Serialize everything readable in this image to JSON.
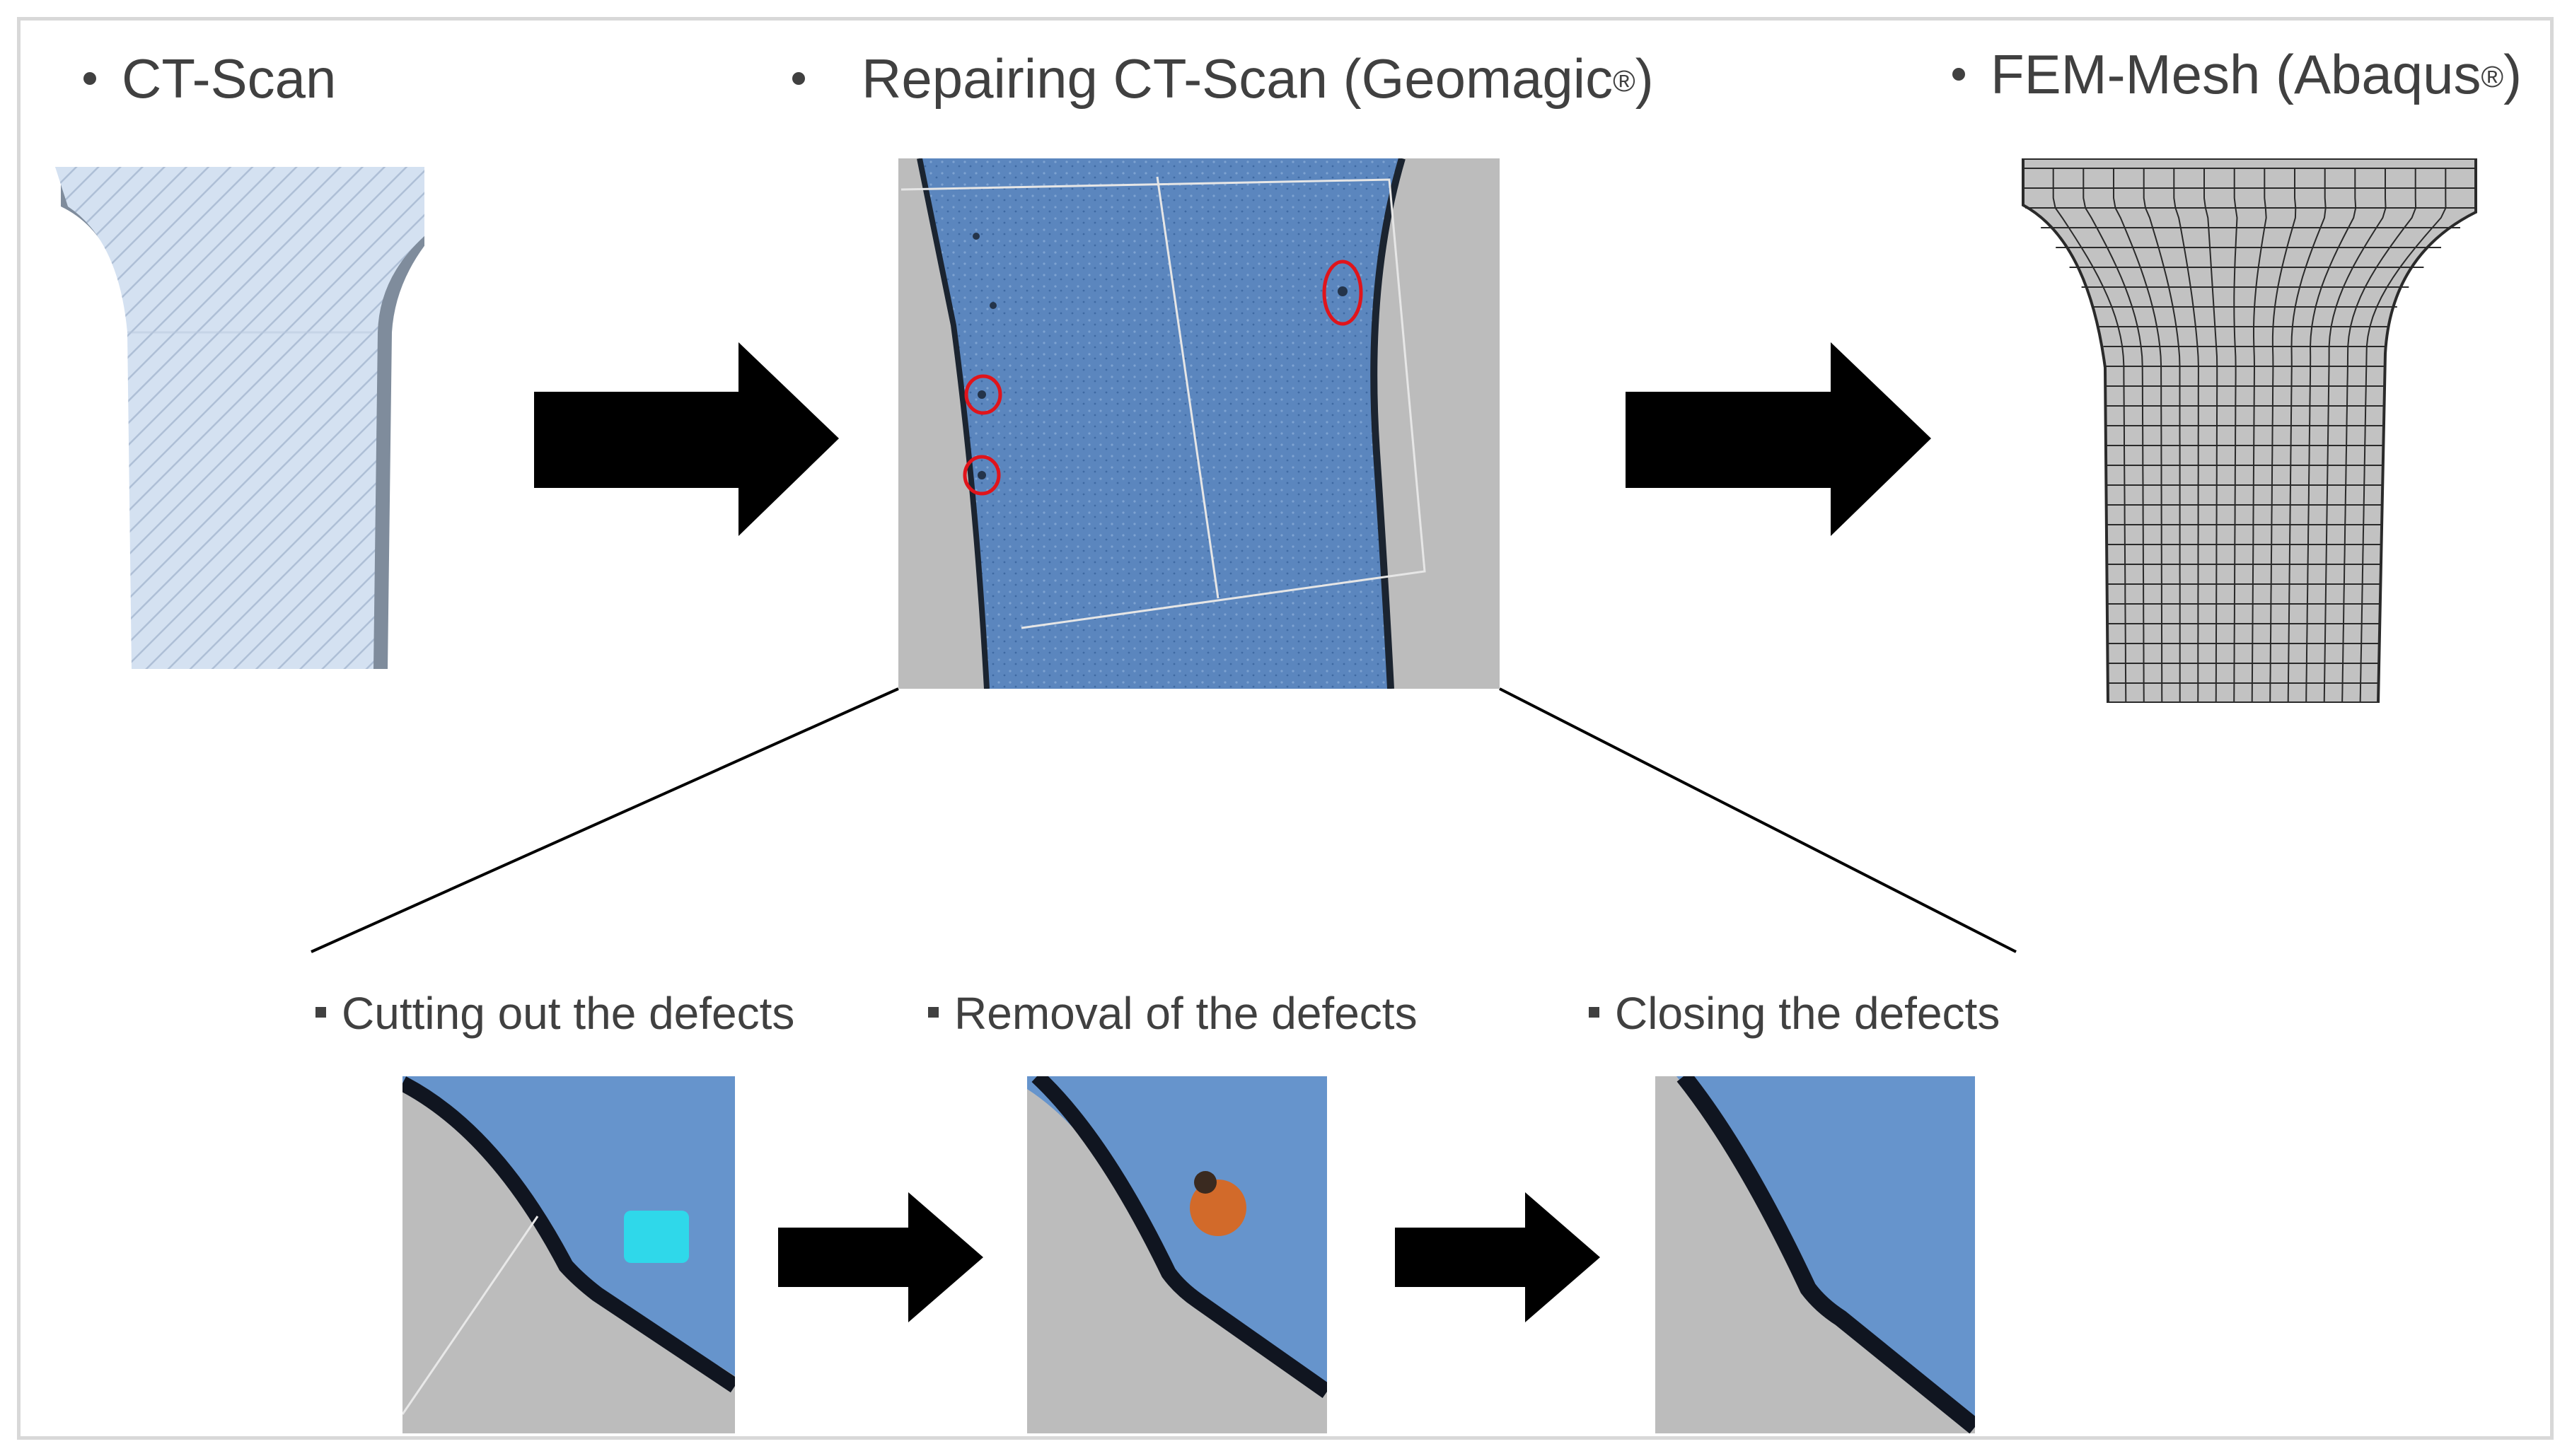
{
  "steps": [
    {
      "label": "CT-Scan"
    },
    {
      "label": "Repairing CT-Scan (Geomagic",
      "mark": "®",
      "suffix": ")"
    },
    {
      "label": "FEM-Mesh (Abaqus",
      "mark": "®",
      "suffix": ")"
    }
  ],
  "substeps": [
    {
      "label": "Cutting out the defects"
    },
    {
      "label": "Removal of the defects"
    },
    {
      "label": "Closing the defects"
    }
  ],
  "colors": {
    "scan_surface": "#d4e1f1",
    "repair_blue": "#5b86be",
    "background_gray": "#bcbcbc",
    "defect_circle": "#e0141b",
    "cut_marker": "#2fd8ea",
    "removed_marker": "#d26a2a",
    "arrow": "#000000"
  }
}
